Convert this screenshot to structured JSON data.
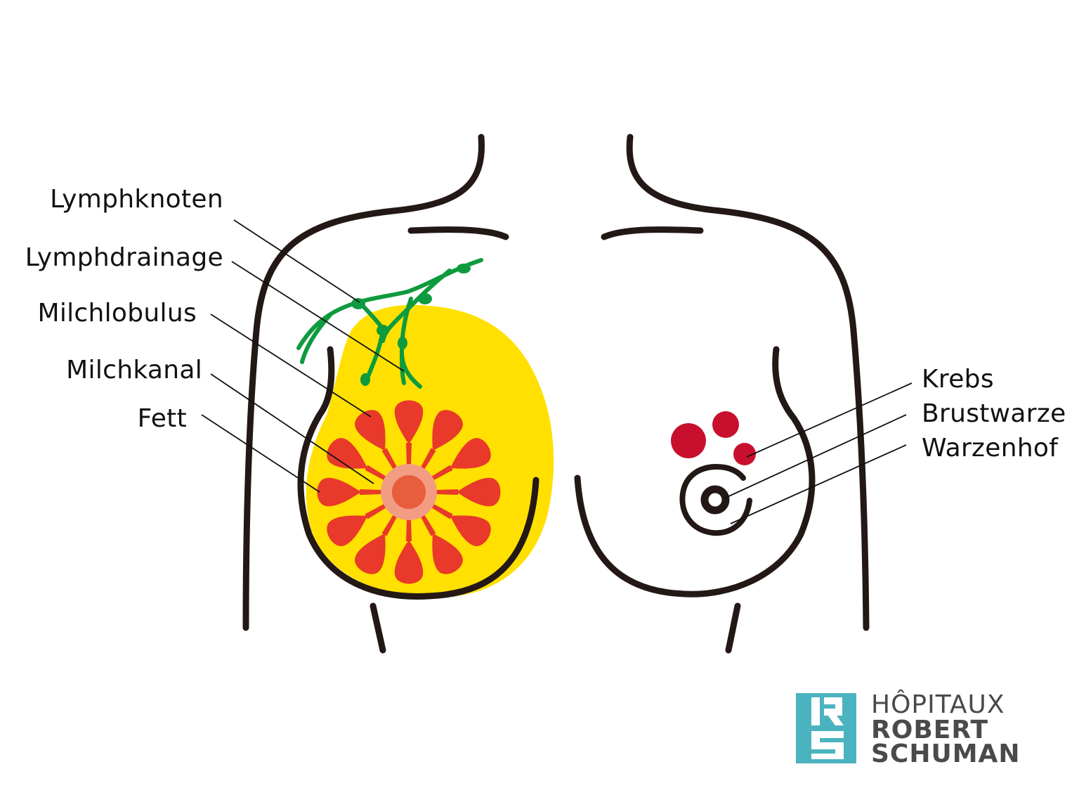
{
  "labels": {
    "lymphknoten": "Lymphknoten",
    "lymphdrainage": "Lymphdrainage",
    "milchlobulus": "Milchlobulus",
    "milchkanal": "Milchkanal",
    "fett": "Fett",
    "krebs": "Krebs",
    "brustwarze": "Brustwarze",
    "warzenhof": "Warzenhof"
  },
  "logo": {
    "mark_letters": "RS",
    "line1": "HÔPITAUX",
    "line2": "ROBERT",
    "line3": "SCHUMAN"
  },
  "colors": {
    "outline": "#231815",
    "fat": "#FFE000",
    "lobule": "#E8392A",
    "areola": "#F29C84",
    "nipple": "#E85D3C",
    "lymph": "#0E9A3E",
    "cancer": "#C8102E",
    "logo_teal": "#4BB3C0",
    "logo_text": "#4a4a4a"
  },
  "cancer_spots": 3,
  "lobule_count": 12
}
